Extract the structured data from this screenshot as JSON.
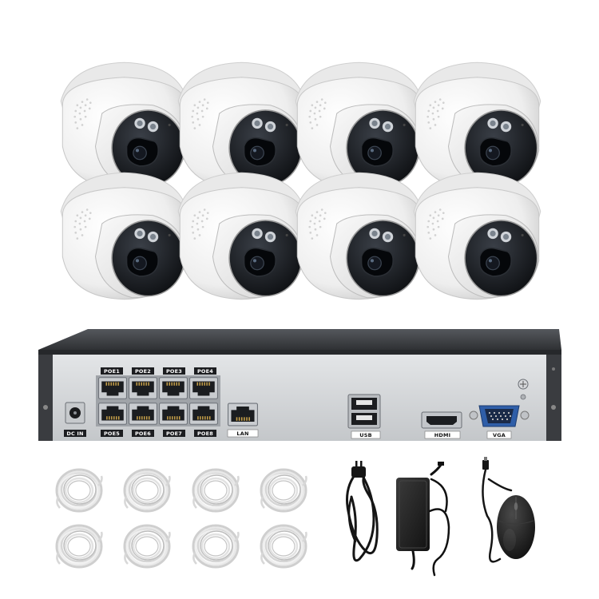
{
  "nvr": {
    "poe_top": [
      "POE1",
      "POE2",
      "POE3",
      "POE4"
    ],
    "poe_bottom": [
      "POE5",
      "POE6",
      "POE7",
      "POE8"
    ],
    "dc_in": "DC IN",
    "lan": "LAN",
    "usb": "USB",
    "hdmi": "HDMI",
    "vga": "VGA"
  },
  "colors": {
    "camera_body": "#f2f2f2",
    "camera_lens": "#1c1f24",
    "nvr_top": "#3e4044",
    "nvr_front": "#d7d9db",
    "cable_white": "#e6e6e6",
    "black_accessory": "#1a1a1a"
  },
  "icons": [
    "dome-camera",
    "nvr-recorder",
    "ethernet-cable-coil",
    "power-adapter",
    "usb-mouse"
  ]
}
